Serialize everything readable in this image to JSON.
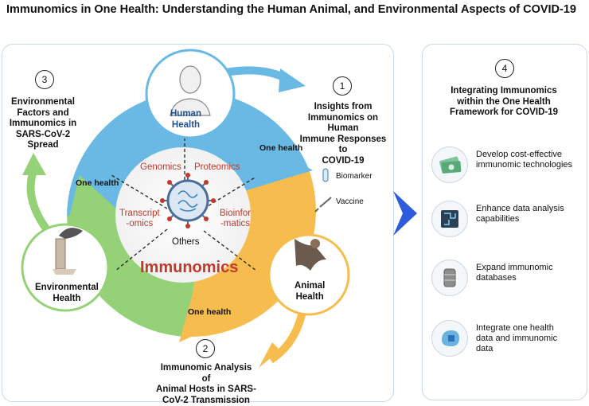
{
  "title": "Immunomics in One Health: Understanding the Human Animal, and Environmental Aspects of COVID-19",
  "center": {
    "omics": [
      "Genomics",
      "Proteomics",
      "Transcript",
      "-omics",
      "Bioinfor",
      "-matics"
    ],
    "others": "Others",
    "immunomics": "Immunomics"
  },
  "ring_label": "One health",
  "circles": {
    "human": [
      "Human",
      "Health"
    ],
    "animal": [
      "Animal",
      "Health"
    ],
    "environmental": [
      "Environmental",
      "Health"
    ]
  },
  "sections": {
    "s1": {
      "num": "1",
      "lines": [
        "Insights from",
        "Immunomics on Human",
        "Immune Responses to",
        "COVID-19"
      ]
    },
    "s2": {
      "num": "2",
      "lines": [
        "Immunomic Analysis of",
        "Animal Hosts in SARS-",
        "CoV-2 Transmission"
      ]
    },
    "s3": {
      "num": "3",
      "lines": [
        "Environmental",
        "Factors and",
        "Immunomics in",
        "SARS-CoV-2",
        "Spread"
      ]
    },
    "s4": {
      "num": "4",
      "lines": [
        "Integrating Immunomics",
        "within the One Health",
        "Framework for COVID-19"
      ]
    }
  },
  "tools": {
    "biomarker": "Biomarker",
    "vaccine": "Vaccine"
  },
  "right_items": [
    {
      "icon": "money-icon",
      "lines": [
        "Develop cost-effective",
        "immunomic technologies"
      ]
    },
    {
      "icon": "circuit-icon",
      "lines": [
        "Enhance data analysis",
        "capabilities"
      ]
    },
    {
      "icon": "database-icon",
      "lines": [
        "Expand immunomic",
        "databases"
      ]
    },
    {
      "icon": "brain-puzzle-icon",
      "lines": [
        "Integrate one health",
        "data and immunomic",
        "data"
      ]
    }
  ],
  "colors": {
    "human": "#6ab9e4",
    "animal": "#f6bd4e",
    "environment": "#95d177",
    "accent_red": "#c0392b",
    "chevron": "#2e5bdc"
  }
}
